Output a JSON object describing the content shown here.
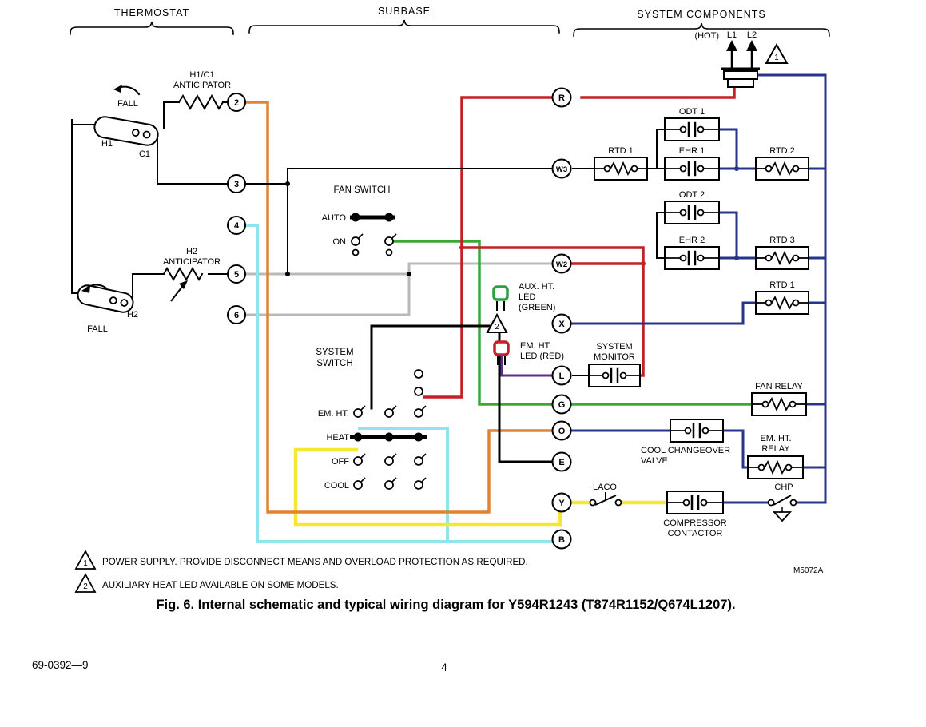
{
  "page": {
    "caption": "Fig. 6. Internal schematic and typical wiring diagram for Y594R1243 (T874R1152/Q674L1207).",
    "doc_number": "69-0392—9",
    "page_number": "4",
    "drawing_number": "M5072A"
  },
  "headers": {
    "thermostat": "THERMOSTAT",
    "subbase": "SUBBASE",
    "system_components": "SYSTEM COMPONENTS"
  },
  "power": {
    "hot": "(HOT)",
    "l1": "L1",
    "l2": "L2",
    "warning": "1"
  },
  "thermostat": {
    "terminals": [
      "2",
      "3",
      "4",
      "5",
      "6"
    ],
    "anticipator1": [
      "H1/C1",
      "ANTICIPATOR"
    ],
    "anticipator2": [
      "H2",
      "ANTICIPATOR"
    ],
    "h1": "H1",
    "c1": "C1",
    "h2": "H2",
    "fall": "FALL"
  },
  "subbase": {
    "terminals": [
      "R",
      "W3",
      "W2",
      "X",
      "L",
      "G",
      "O",
      "E",
      "Y",
      "B"
    ],
    "fan_switch": "FAN SWITCH",
    "fan_positions": [
      "AUTO",
      "ON"
    ],
    "system_switch": [
      "SYSTEM",
      "SWITCH"
    ],
    "system_positions": [
      "EM. HT.",
      "HEAT",
      "OFF",
      "COOL"
    ],
    "aux_led": [
      "AUX. HT.",
      "LED",
      "(GREEN)"
    ],
    "em_led": [
      "EM. HT.",
      "LED (RED)"
    ],
    "led_warning": "2"
  },
  "components": {
    "odt1": "ODT 1",
    "rtd1": "RTD 1",
    "ehr1": "EHR 1",
    "rtd2": "RTD 2",
    "odt2": "ODT 2",
    "ehr2": "EHR 2",
    "rtd3": "RTD 3",
    "rtd1_b": "RTD 1",
    "system_monitor": [
      "SYSTEM",
      "MONITOR"
    ],
    "fan_relay": "FAN RELAY",
    "cool_changeover": [
      "COOL CHANGEOVER",
      "VALVE"
    ],
    "em_ht_relay": [
      "EM. HT.",
      "RELAY"
    ],
    "laco": "LACO",
    "compressor": [
      "COMPRESSOR",
      "CONTACTOR"
    ],
    "chp": "CHP"
  },
  "notes": {
    "marker1": "1",
    "text1": "POWER SUPPLY. PROVIDE DISCONNECT MEANS AND OVERLOAD PROTECTION AS REQUIRED.",
    "marker2": "2",
    "text2": "AUXILIARY HEAT LED AVAILABLE ON SOME MODELS."
  },
  "colors": {
    "red": "#c42127",
    "navy": "#27348b",
    "green": "#39a935",
    "yellow": "#f5e733",
    "cyan": "#8fe4ef",
    "orange": "#e08434",
    "gray": "#b9b9b9",
    "purple": "#5c2d86",
    "led_green": "#2f9e3f",
    "led_red": "#c0222b"
  }
}
